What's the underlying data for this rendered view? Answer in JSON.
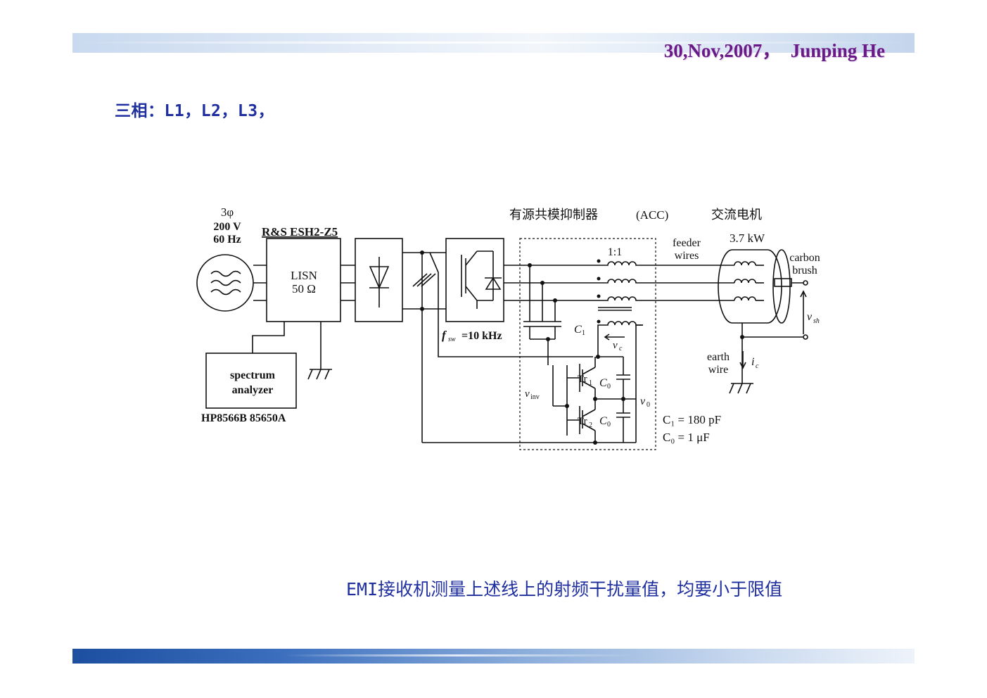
{
  "header": {
    "text": "30,Nov,2007，  Junping He"
  },
  "title": "三相：L1，L2，L3，",
  "caption": "EMI接收机测量上述线上的射频干扰量值，均要小于限值",
  "figure": {
    "acc_label": "有源共模抑制器",
    "acc_abbr": "(ACC)",
    "motor_label": "交流电机",
    "source_phase": "3φ",
    "source_voltage": "200 V",
    "source_freq": "60 Hz",
    "lisn_model": "R&S ESH2-Z5",
    "lisn_name": "LISN",
    "lisn_impedance": "50 Ω",
    "analyzer_line1": "spectrum",
    "analyzer_line2": "analyzer",
    "analyzer_model": "HP8566B 85650A",
    "fsw_label": "f",
    "fsw_sub": "sw",
    "fsw_value": "=10 kHz",
    "ratio": "1:1",
    "feeder_line1": "feeder",
    "feeder_line2": "wires",
    "motor_power": "3.7 kW",
    "carbon_line1": "carbon",
    "carbon_line2": "brush",
    "vsh_label": "v",
    "vsh_sub": "sh",
    "earth_line1": "earth",
    "earth_line2": "wire",
    "ic_label": "i",
    "ic_sub": "c",
    "vc_label": "v",
    "vc_sub": "c",
    "c1_label": "C",
    "c1_sub": "1",
    "c0_label": "C",
    "c0_sub": "0",
    "tr1_label": "Tr",
    "tr1_sub": "1",
    "tr2_label": "Tr",
    "tr2_sub": "2",
    "vinv_label": "v",
    "vinv_sub": "inv",
    "v0_label": "v",
    "v0_sub": "0",
    "c1_value": "C₁ = 180 pF",
    "c0_value": "C₀ = 1 μF"
  }
}
